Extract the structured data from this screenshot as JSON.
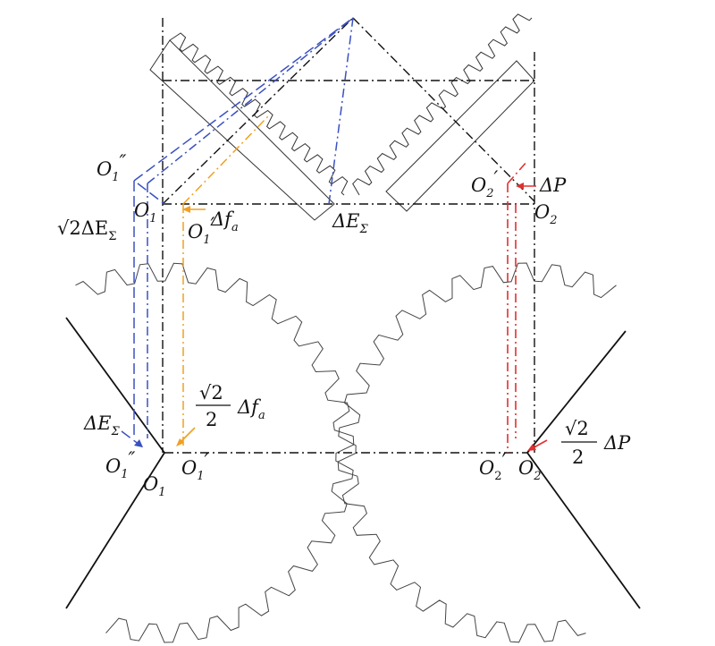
{
  "labels": {
    "o1_top": "O",
    "o1pp_top": "O",
    "o1p_top": "O",
    "o2_top": "O",
    "o2p_top": "O",
    "delta_e_sigma_center": "ΔE",
    "sqrt2_delta_e_sigma": "√2ΔE",
    "delta_fa": "Δf",
    "delta_p": "ΔP",
    "o1_bottom": "O",
    "o1pp_bottom": "O",
    "o1p_bottom": "O",
    "o2_bottom": "O",
    "o2p_bottom": "O",
    "delta_e_sigma_left": "ΔE",
    "frac_fa_num": "√2",
    "frac_fa_den": "2",
    "frac_fa_sym": "Δf",
    "frac_p_num": "√2",
    "frac_p_den": "2",
    "frac_p_sym": "ΔP"
  },
  "subscripts": {
    "one": "1",
    "two": "2",
    "sigma": "Σ",
    "a": "a"
  },
  "marks": {
    "double_prime": "″",
    "prime": "′"
  },
  "colors": {
    "blue": "#3a50c0",
    "orange": "#f0a020",
    "red": "#e03030",
    "black": "#111111"
  }
}
